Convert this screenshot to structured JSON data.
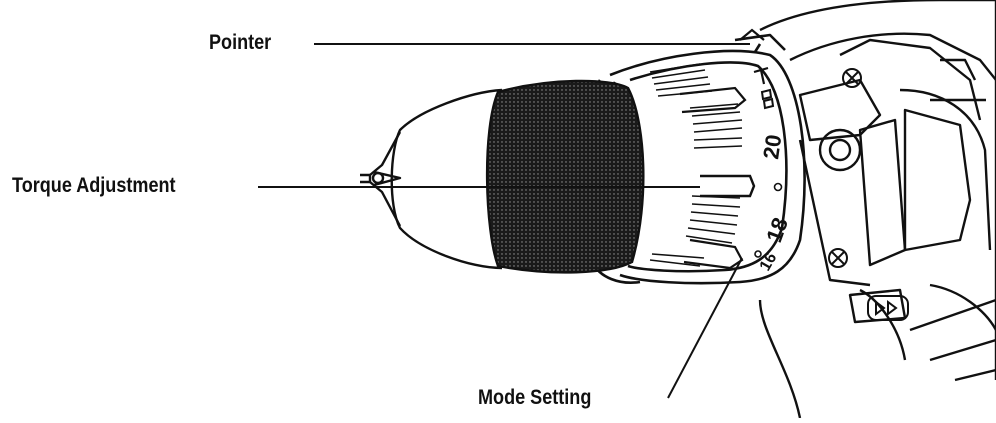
{
  "callouts": {
    "pointer": "Pointer",
    "torque_adjustment": "Torque Adjustment",
    "mode_setting": "Mode Setting"
  },
  "dial": {
    "marks": [
      "20",
      "18",
      "16"
    ],
    "icon_drill": "drill-mode-icon",
    "icon_hammer": "hammer-mode-icon"
  },
  "colors": {
    "line": "#111111",
    "grip": "#1a1a1a",
    "background": "#ffffff"
  }
}
